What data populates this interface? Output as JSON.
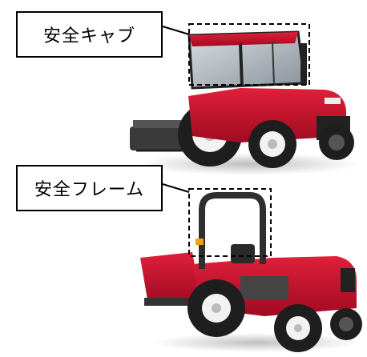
{
  "labels": {
    "safety_cab": "安全キャブ",
    "safety_frame": "安全フレーム"
  },
  "illustrations": {
    "top": "red-tractor-with-cab",
    "bottom": "red-tractor-with-rops-frame"
  },
  "colors": {
    "tractor_red": "#c8102e",
    "tire_black": "#1e1e1e",
    "wheel_white": "#f2f2f2",
    "frame_dark": "#333333",
    "dash_line": "#000000"
  }
}
